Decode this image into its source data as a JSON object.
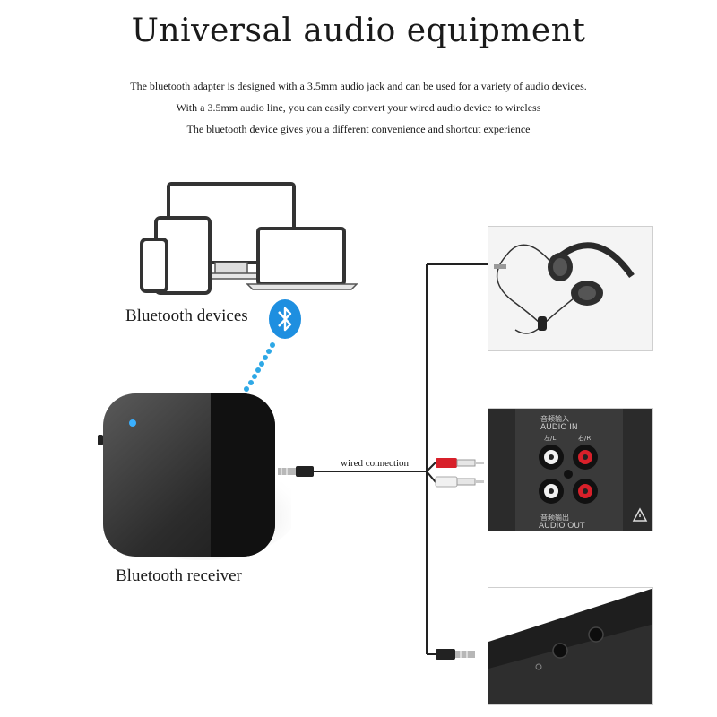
{
  "header": {
    "title": "Universal audio equipment",
    "lines": [
      "The bluetooth adapter is designed with a 3.5mm audio jack and can be used for a variety of audio devices.",
      "With a 3.5mm audio line, you can easily convert your wired audio device to wireless",
      "The bluetooth device gives you a different convenience and shortcut experience"
    ]
  },
  "labels": {
    "bluetooth_devices": "Bluetooth devices",
    "bluetooth_receiver": "Bluetooth receiver",
    "wired_connection": "wired connection"
  },
  "panels": {
    "amplifier": {
      "audio_in": "AUDIO IN",
      "audio_in_cn": "音频输入",
      "audio_out": "AUDIO OUT",
      "audio_out_cn": "音频输出",
      "left_cn": "左/L",
      "right_cn": "右/R"
    }
  },
  "icons": [
    "monitor-icon",
    "tablet-icon",
    "phone-icon",
    "laptop-icon",
    "bluetooth-icon"
  ],
  "colors": {
    "bluetooth_blue": "#1e8fe0",
    "signal_dots": "#2ea8e6",
    "led": "#3ab0ff",
    "cable": "#222222",
    "rca_red": "#d8202a"
  }
}
